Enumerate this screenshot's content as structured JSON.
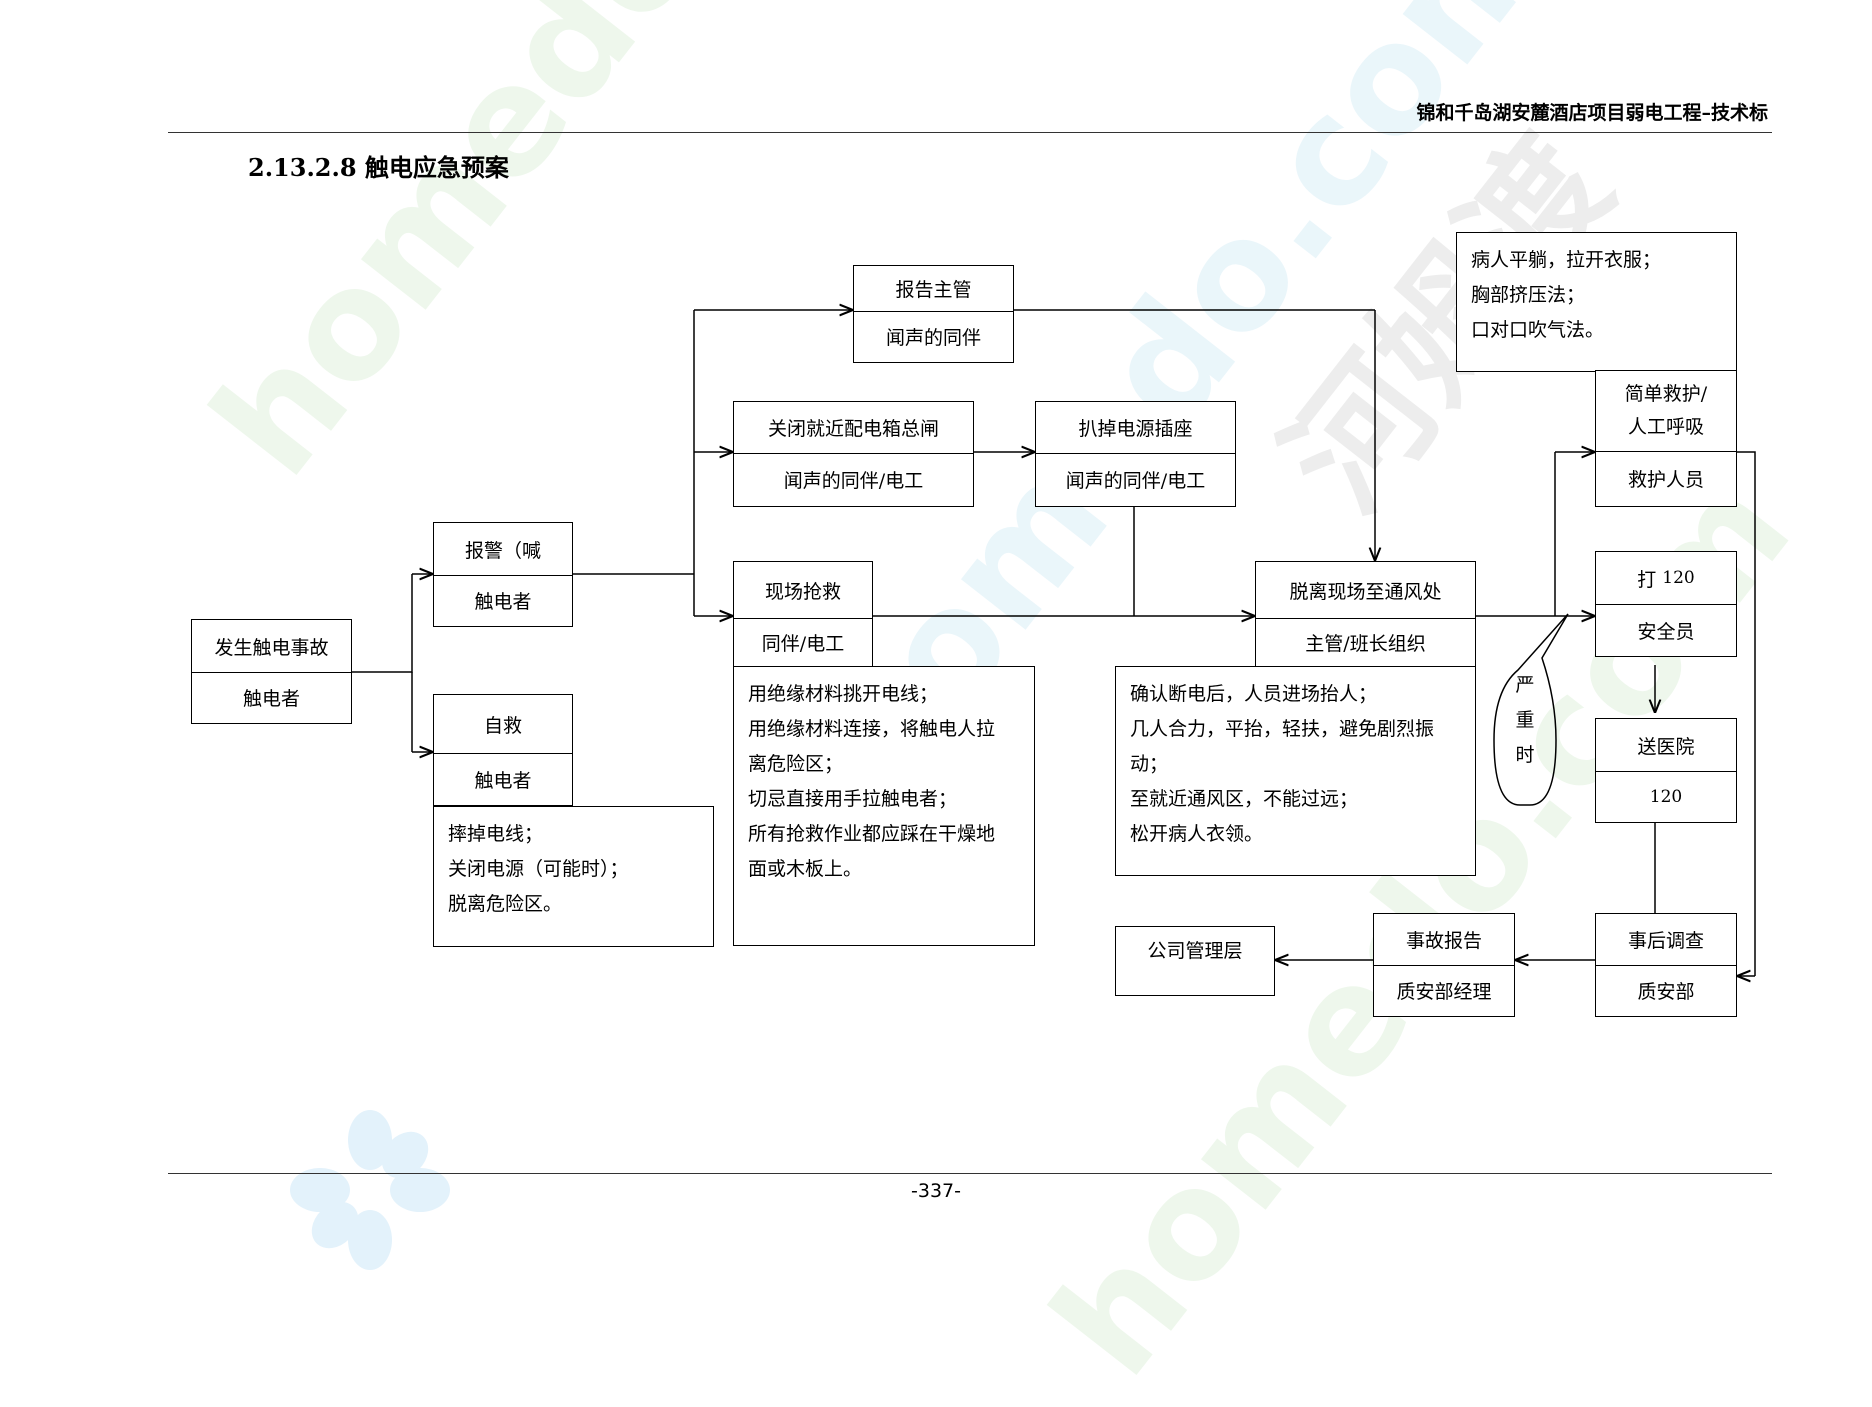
{
  "header": {
    "title": "锦和千岛湖安麓酒店项目弱电工程–技术标"
  },
  "section": {
    "number": "2.13.2.8",
    "title": "触电应急预案"
  },
  "page_number": "-337-",
  "nodes": {
    "accident": {
      "top": "发生触电事故",
      "bottom": "触电者"
    },
    "alarm": {
      "top": "报警（喊",
      "bottom": "触电者"
    },
    "self_rescue": {
      "top": "自救",
      "bottom": "触电者"
    },
    "report_supervisor": {
      "top": "报告主管",
      "bottom": "闻声的同伴"
    },
    "close_switch": {
      "top": "关闭就近配电箱总闸",
      "bottom": "闻声的同伴/电工"
    },
    "unplug": {
      "top": "扒掉电源插座",
      "bottom": "闻声的同伴/电工"
    },
    "site_rescue": {
      "top": "现场抢救",
      "bottom": "同伴/电工"
    },
    "move_away": {
      "top": "脱离现场至通风处",
      "bottom": "主管/班长组织"
    },
    "simple_aid": {
      "top": "简单救护/",
      "top2": "人工呼吸",
      "bottom": "救护人员"
    },
    "call120": {
      "top_a": "打",
      "top_b": "120",
      "bottom": "安全员"
    },
    "hospital": {
      "top": "送医院",
      "bottom": "120"
    },
    "investigation": {
      "top": "事后调查",
      "bottom": "质安部"
    },
    "accident_report": {
      "top": "事故报告",
      "bottom": "质安部经理"
    },
    "management": {
      "top": "公司管理层"
    }
  },
  "notes": {
    "self_rescue": [
      "摔掉电线；",
      "关闭电源（可能时）；",
      "脱离危险区。"
    ],
    "site_rescue": [
      "用绝缘材料挑开电线；",
      "用绝缘材料连接，将触电人拉",
      "离危险区；",
      "切忌直接用手拉触电者；",
      "所有抢救作业都应踩在干燥地",
      "面或木板上。"
    ],
    "move_away": [
      "确认断电后，人员进场抬人；",
      "几人合力，平抬，轻扶，避免剧烈振",
      "动；",
      "至就近通风区，不能过远；",
      "松开病人衣领。"
    ],
    "first_aid": [
      "病人平躺，拉开衣服；",
      "胸部挤压法；",
      "口对口吹气法。"
    ]
  },
  "callout": {
    "chars": [
      "严",
      "重",
      "时"
    ]
  },
  "watermarks": {
    "primary": "homedo.com",
    "brand": "河姆渡"
  }
}
